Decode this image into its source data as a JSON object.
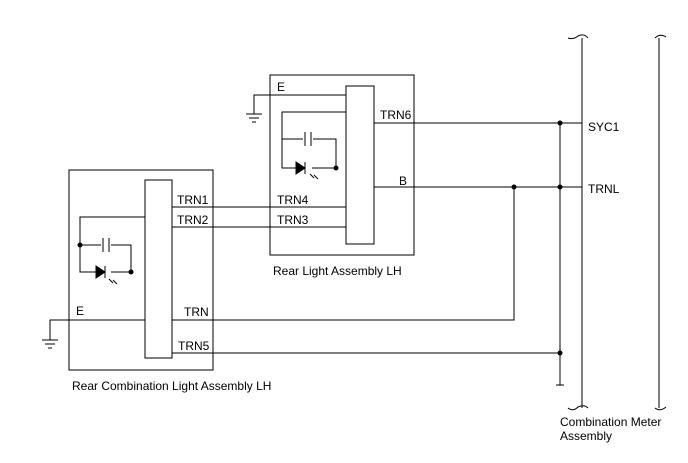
{
  "components": {
    "rear_light": {
      "caption": "Rear Light Assembly LH",
      "ground_label": "E",
      "pins_left": [
        "TRN4",
        "TRN3"
      ],
      "pins_right": [
        "TRN6",
        "B"
      ]
    },
    "rear_combination": {
      "caption": "Rear Combination Light Assembly LH",
      "ground_label": "E",
      "pins_left": [
        "TRN1",
        "TRN2"
      ],
      "pins_right": [
        "TRN",
        "TRN5"
      ]
    },
    "meter": {
      "caption_line1": "Combination Meter",
      "caption_line2": "Assembly",
      "pins": [
        "SYC1",
        "TRNL"
      ]
    }
  },
  "icons": [
    "ground-icon",
    "capacitor-icon",
    "led-icon",
    "junction-dot"
  ]
}
